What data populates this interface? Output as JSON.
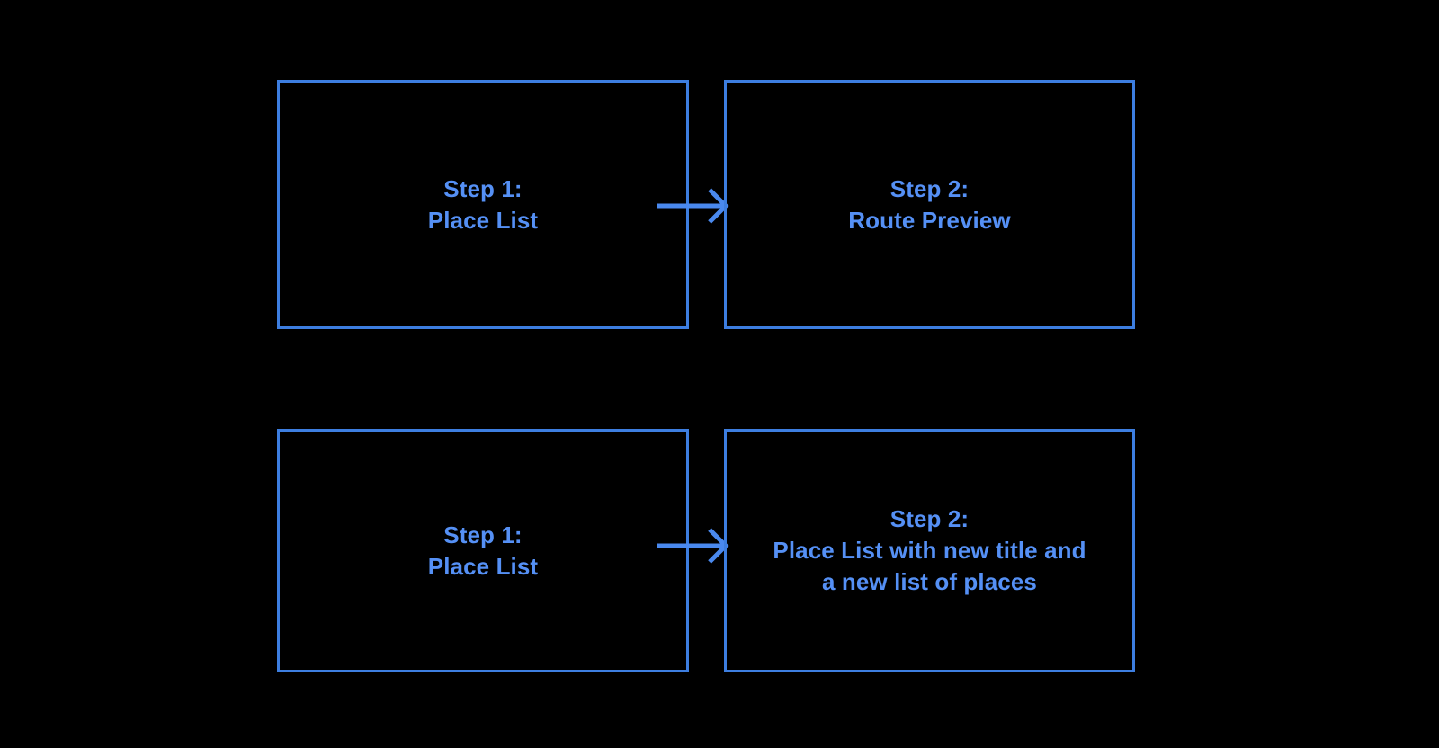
{
  "diagram": {
    "background_color": "#000000",
    "accent_color": "#3d7ee0",
    "text_color": "#5590f5",
    "flows": [
      {
        "id": "route-preview-flow",
        "from": {
          "title_line_1": "Step 1:",
          "title_line_2": "Place List",
          "label": "Step 1:\nPlace List"
        },
        "connector": {
          "icon": "arrow-right-icon",
          "direction": "right"
        },
        "to": {
          "title_line_1": "Step 2:",
          "title_line_2": "Route Preview",
          "label": "Step 2:\nRoute Preview"
        }
      },
      {
        "id": "new-place-list-flow",
        "from": {
          "title_line_1": "Step 1:",
          "title_line_2": "Place List",
          "label": "Step 1:\nPlace List"
        },
        "connector": {
          "icon": "arrow-right-icon",
          "direction": "right"
        },
        "to": {
          "title_line_1": "Step 2:",
          "title_line_2": "Place List with new title and",
          "title_line_3": "a new list of places",
          "label": "Step 2:\nPlace List with new title and\na new list of places"
        }
      }
    ]
  }
}
